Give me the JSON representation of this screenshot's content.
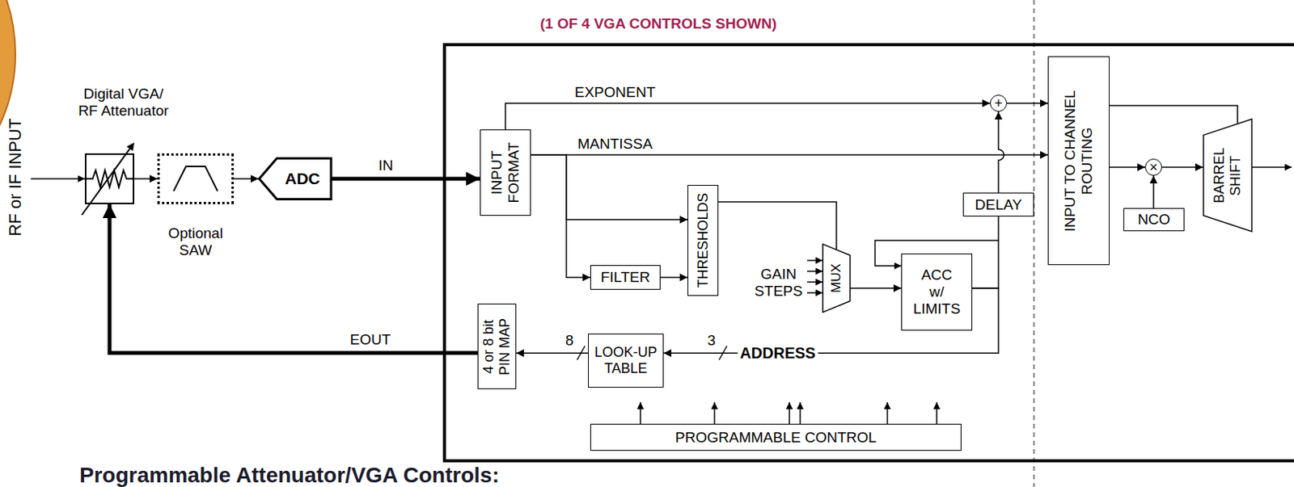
{
  "diagram": {
    "title": "Programmable Attenuator/VGA Controls:",
    "nodes": [
      {
        "text": [
          "(1 OF 4 VGA CONTROLS SHOWN)"
        ]
      },
      {
        "text": [
          "Digital VGA/ RF Attenuator"
        ]
      },
      {
        "text": [
          "Optional SAW"
        ]
      },
      {
        "text": [
          "ADC"
        ]
      },
      {
        "text": [
          "INPUT FORMAT"
        ],
        "in": 0
      },
      {
        "text": [
          "+"
        ],
        "in": 0
      },
      {
        "text": [
          "INPUT TO CHANNEL ROUTING"
        ],
        "in": 0
      },
      {
        "text": [
          "×"
        ],
        "in": 0
      },
      {
        "text": [
          "NCO"
        ],
        "in": 0
      },
      {
        "text": [
          "BARREL SHIFT"
        ],
        "in": 0
      },
      {
        "text": [
          "THRESHOLDS"
        ],
        "in": 0
      },
      {
        "text": [
          "FILTER"
        ],
        "in": 0
      },
      {
        "text": [
          "MUX"
        ],
        "in": 0
      },
      {
        "text": [
          "ACC w/ LIMITS"
        ],
        "in": 0
      },
      {
        "text": [
          "DELAY"
        ],
        "in": 0
      },
      {
        "text": [
          "4 or 8 bit PIN MAP"
        ],
        "in": 0
      },
      {
        "text": [
          "LOOK-UP TABLE"
        ],
        "in": 0
      },
      {
        "text": [
          "PROGRAMMABLE CONTROL"
        ],
        "in": 0
      }
    ],
    "edges": [
      {
        "from": 1,
        "to": 2,
        "arrow": "to"
      },
      {
        "from": 2,
        "to": 3,
        "arrow": "to"
      },
      {
        "from": 3,
        "to": 4,
        "label": "IN",
        "arrow": "to"
      },
      {
        "from": 4,
        "to": 5,
        "label": "EXPONENT",
        "arrow": "to"
      },
      {
        "from": 4,
        "to": 6,
        "label": "MANTISSA",
        "arrow": "to"
      },
      {
        "from": 4,
        "to": 10,
        "arrow": "to"
      },
      {
        "from": 4,
        "to": 11,
        "arrow": "to"
      },
      {
        "from": 11,
        "to": 10,
        "arrow": "to"
      },
      {
        "from": 10,
        "to": 12,
        "arrow": "none"
      },
      {
        "from": 12,
        "to": 13,
        "arrow": "to"
      },
      {
        "from": 13,
        "to": 14,
        "arrow": "none"
      },
      {
        "from": 14,
        "to": 5,
        "arrow": "to"
      },
      {
        "from": 5,
        "to": 6,
        "arrow": "to"
      },
      {
        "from": 6,
        "to": 7,
        "arrow": "to"
      },
      {
        "from": 8,
        "to": 7,
        "arrow": "to"
      },
      {
        "from": 7,
        "to": 9,
        "arrow": "to"
      },
      {
        "from": 6,
        "to": 9,
        "arrow": "none"
      },
      {
        "from": 13,
        "to": 16,
        "label": "ADDRESS",
        "arrow": "to"
      },
      {
        "from": 16,
        "to": 15,
        "arrow": "to"
      },
      {
        "from": 15,
        "to": 1,
        "label": "EOUT",
        "arrow": "to"
      }
    ],
    "labels": [
      "RF or IF INPUT",
      "GAIN STEPS",
      "8",
      "3"
    ]
  }
}
